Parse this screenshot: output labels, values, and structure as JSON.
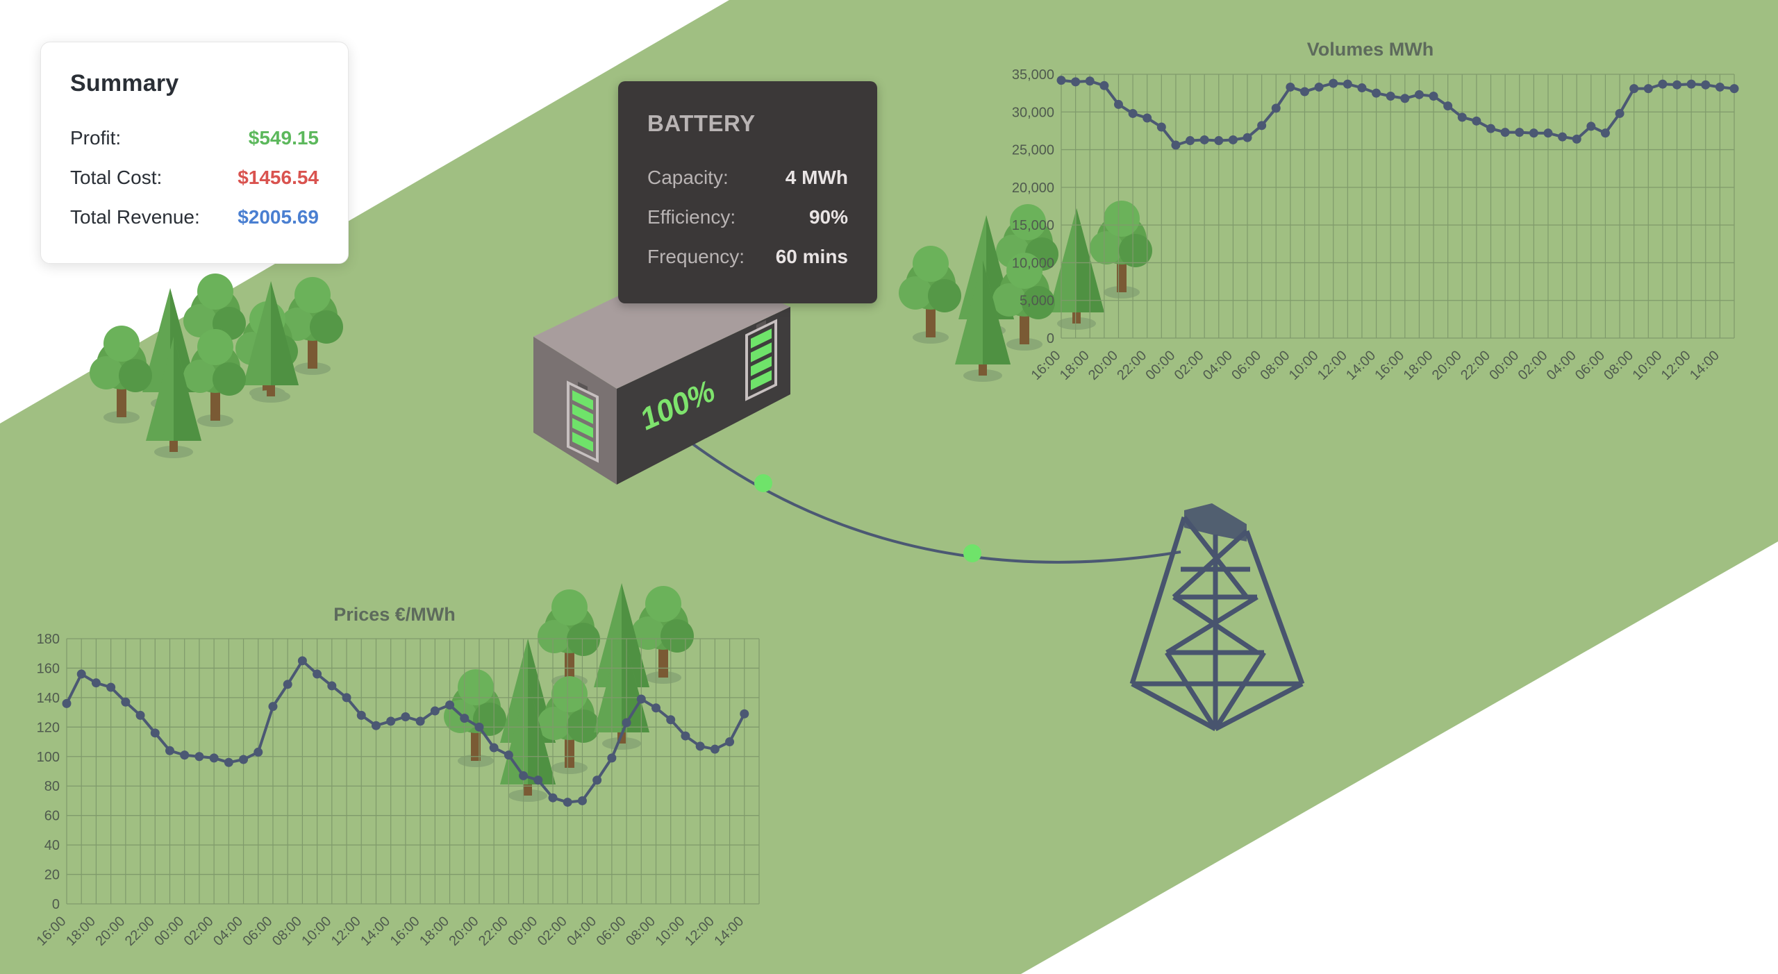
{
  "summary": {
    "title": "Summary",
    "rows": [
      {
        "label": "Profit:",
        "value": "$549.15",
        "color": "#5cb85c"
      },
      {
        "label": "Total Cost:",
        "value": "$1456.54",
        "color": "#d9534f"
      },
      {
        "label": "Total Revenue:",
        "value": "$2005.69",
        "color": "#4a7fd1"
      }
    ]
  },
  "battery": {
    "title": "BATTERY",
    "rows": [
      {
        "label": "Capacity:",
        "value": "4 MWh"
      },
      {
        "label": "Efficiency:",
        "value": "90%"
      },
      {
        "label": "Frequency:",
        "value": "60 mins"
      }
    ],
    "charge_label": "100%",
    "charge_level": 1.0
  },
  "colors": {
    "field": "#a0bf82",
    "line": "#4b5873",
    "node": "#6fe36a",
    "battery_top": "#a89d9d",
    "battery_side": "#7a7272",
    "battery_front": "#3f3d3d"
  },
  "chart_data": [
    {
      "type": "line",
      "title": "Volumes MWh",
      "categories": [
        "16:00",
        "18:00",
        "20:00",
        "22:00",
        "00:00",
        "02:00",
        "04:00",
        "06:00",
        "08:00",
        "10:00",
        "12:00",
        "14:00",
        "16:00",
        "18:00",
        "20:00",
        "22:00",
        "00:00",
        "02:00",
        "04:00",
        "06:00",
        "08:00",
        "10:00",
        "12:00",
        "14:00"
      ],
      "yticks": [
        "0",
        "5,000",
        "10,000",
        "15,000",
        "20,000",
        "25,000",
        "30,000",
        "35,000"
      ],
      "ylim": [
        0,
        35000
      ],
      "grid": true,
      "values": [
        34200,
        34000,
        34100,
        33500,
        31000,
        29800,
        29200,
        28000,
        25600,
        26200,
        26300,
        26200,
        26300,
        26600,
        28200,
        30500,
        33300,
        32700,
        33300,
        33800,
        33700,
        33200,
        32500,
        32100,
        31800,
        32300,
        32100,
        30800,
        29300,
        28800,
        27800,
        27300,
        27300,
        27200,
        27200,
        26700,
        26400,
        28100,
        27200,
        29800,
        33100,
        33100,
        33700,
        33600,
        33700,
        33600,
        33300,
        33100
      ],
      "xlim": [
        0,
        47
      ]
    },
    {
      "type": "line",
      "title": "Prices €/MWh",
      "categories": [
        "16:00",
        "18:00",
        "20:00",
        "22:00",
        "00:00",
        "02:00",
        "04:00",
        "06:00",
        "08:00",
        "10:00",
        "12:00",
        "14:00",
        "16:00",
        "18:00",
        "20:00",
        "22:00",
        "00:00",
        "02:00",
        "04:00",
        "06:00",
        "08:00",
        "10:00",
        "12:00",
        "14:00"
      ],
      "yticks": [
        "0",
        "20",
        "40",
        "60",
        "80",
        "100",
        "120",
        "140",
        "160",
        "180"
      ],
      "ylim": [
        0,
        180
      ],
      "grid": true,
      "values": [
        136,
        156,
        150,
        147,
        137,
        128,
        116,
        104,
        101,
        100,
        99,
        96,
        98,
        103,
        134,
        149,
        165,
        156,
        148,
        140,
        128,
        121,
        124,
        127,
        124,
        131,
        135,
        126,
        120,
        106,
        101,
        87,
        84,
        72,
        69,
        70,
        84,
        99,
        123,
        139,
        133,
        125,
        114,
        107,
        105,
        110,
        129
      ],
      "xlim": [
        0,
        47
      ]
    }
  ]
}
